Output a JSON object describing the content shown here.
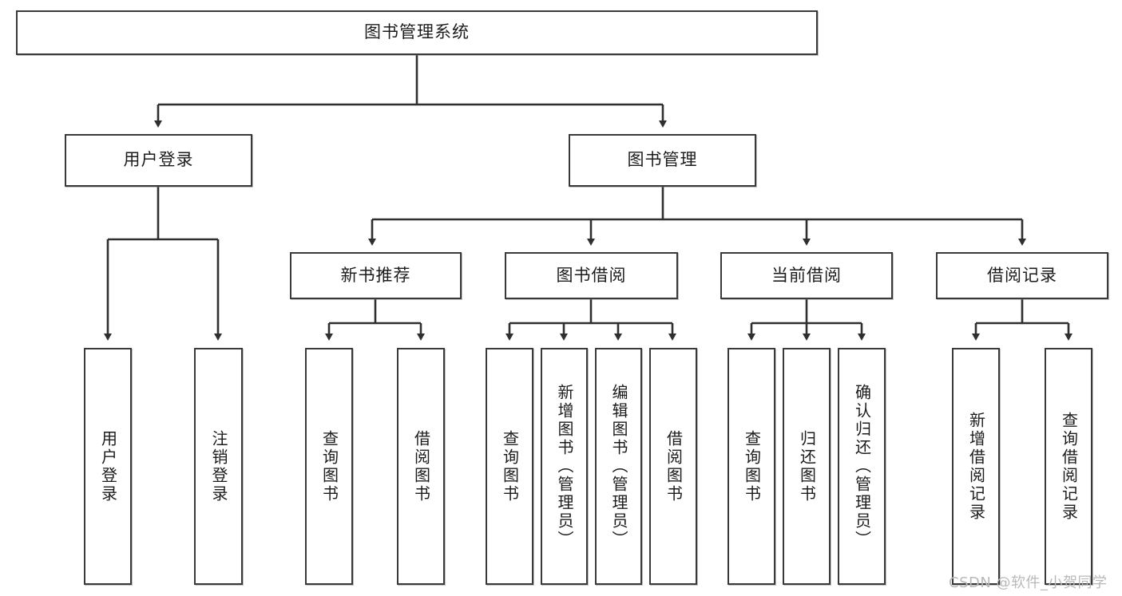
{
  "diagram": {
    "title": "图书管理系统",
    "type": "tree-hierarchy",
    "watermark": "CSDN @软件_小贺同学",
    "colors": {
      "box_border": "#3a3a3a",
      "box_fill": "#ffffff",
      "connector": "#2f2f2f",
      "text": "#1c1c1c",
      "watermark": "#b9b9b9"
    },
    "root": {
      "label": "图书管理系统"
    },
    "level2": [
      {
        "label": "用户登录"
      },
      {
        "label": "图书管理"
      }
    ],
    "level3": [
      {
        "label": "新书推荐"
      },
      {
        "label": "图书借阅"
      },
      {
        "label": "当前借阅"
      },
      {
        "label": "借阅记录"
      }
    ],
    "leaves": {
      "user_login": [
        {
          "label": "用户登录"
        },
        {
          "label": "注销登录"
        }
      ],
      "new_book": [
        {
          "label": "查询图书"
        },
        {
          "label": "借阅图书"
        }
      ],
      "book_borrow": [
        {
          "label": "查询图书"
        },
        {
          "label": "新增图书（管理员）"
        },
        {
          "label": "编辑图书（管理员）"
        },
        {
          "label": "借阅图书"
        }
      ],
      "current_borrow": [
        {
          "label": "查询图书"
        },
        {
          "label": "归还图书"
        },
        {
          "label": "确认归还（管理员）"
        }
      ],
      "borrow_record": [
        {
          "label": "新增借阅记录"
        },
        {
          "label": "查询借阅记录"
        }
      ]
    }
  }
}
